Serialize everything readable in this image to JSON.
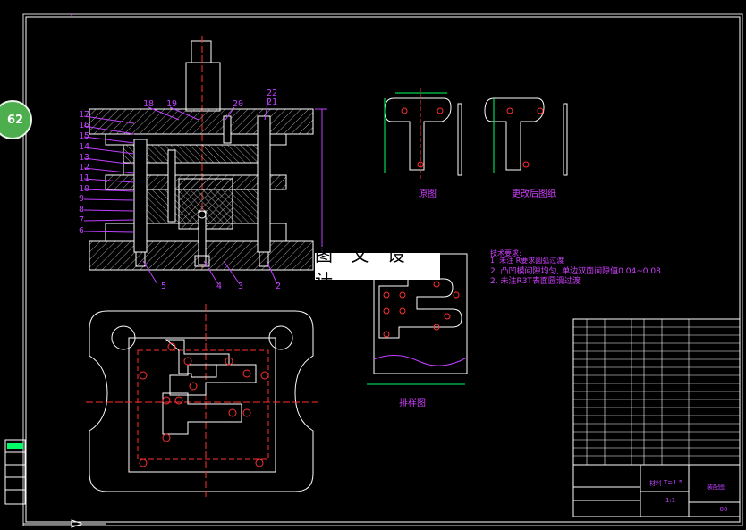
{
  "page_badge": "62",
  "watermark": "图 文 设 计",
  "assembly_labels": [
    "17",
    "16",
    "15",
    "14",
    "13",
    "12",
    "11",
    "10",
    "9",
    "8",
    "7",
    "6",
    "18",
    "19",
    "20",
    "22",
    "21",
    "5",
    "4",
    "3",
    "2"
  ],
  "tech_notes": {
    "title": "技术要求:",
    "line1": "1. 未注 R要求圆弧过渡",
    "line2": "2. 凸凹模间隙均匀, 单边双面间隙值0.04~0.08",
    "line3": "2. 未注R3T表面圆滑过渡"
  },
  "views": {
    "part_caption": "原图",
    "changed_caption": "更改后图纸",
    "layout_caption": "排样图"
  },
  "title_block": {
    "material_thickness": "T=1.5",
    "material_label": "材料",
    "drawing_name": "装配图",
    "scale": "1:1",
    "drawing_no": "-00"
  },
  "colors": {
    "frame": "#d8d8d8",
    "outline": "#ffffff",
    "dimension": "#c040ff",
    "center": "#ff3030",
    "hatch": "#a0a0a0",
    "highlight": "#00ff66"
  }
}
